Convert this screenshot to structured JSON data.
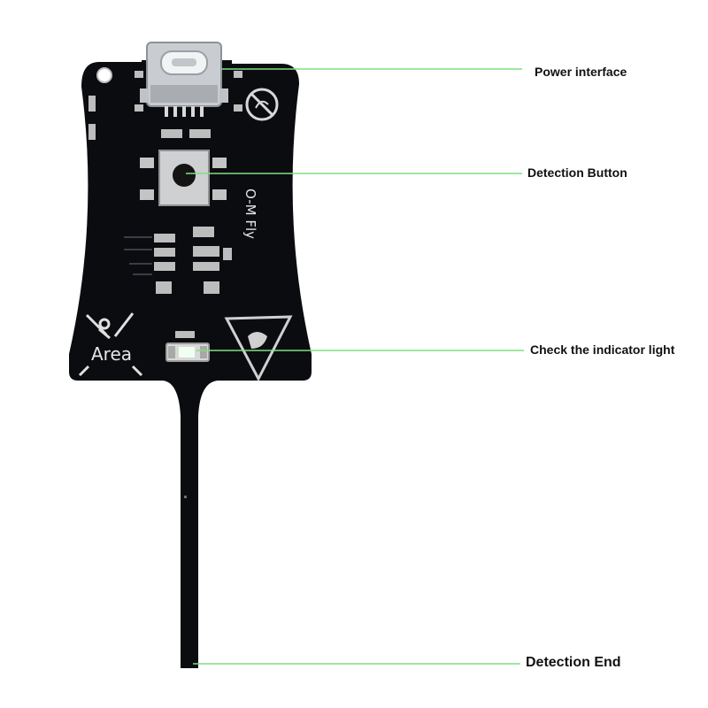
{
  "board": {
    "area_label": "Area",
    "brand_label": "O-M Fly",
    "colors": {
      "pcb": "#0b0c10",
      "silk": "#dcdcdc",
      "pad": "#bfbfbf",
      "usb": "#cfd2d6",
      "led": "#e9ffe9"
    }
  },
  "callouts": {
    "color": "#7fe07f",
    "items": [
      {
        "id": "power-interface",
        "label": "Power interface"
      },
      {
        "id": "detection-button",
        "label": "Detection Button"
      },
      {
        "id": "indicator-light",
        "label": "Check the indicator light"
      },
      {
        "id": "detection-end",
        "label": "Detection End"
      }
    ]
  }
}
